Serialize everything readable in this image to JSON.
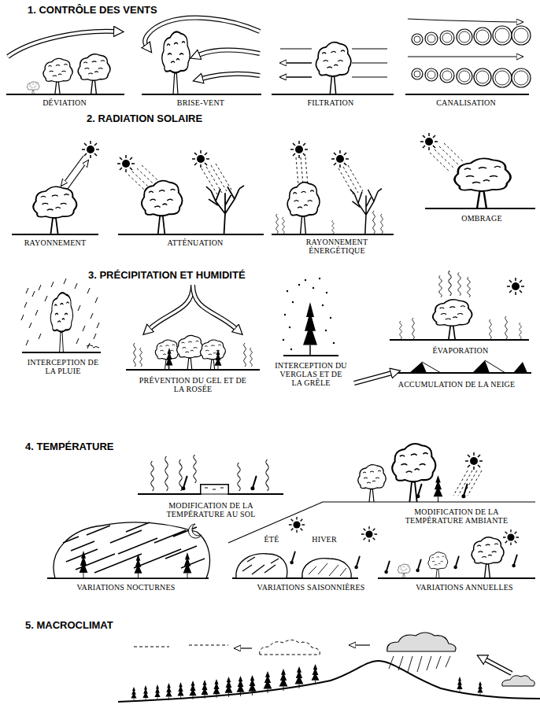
{
  "diagram": {
    "labels": [
      "1. CONTRÔLE DES VENTS",
      "DÉVIATION",
      "BRISE-VENT",
      "FILTRATION",
      "CANALISATION",
      "2. RADIATION SOLAIRE",
      "RAYONNEMENT",
      "ATTÉNUATION",
      "RAYONNEMENT ÉNERGÉTIQUE",
      "OMBRAGE",
      "3. PRÉCIPITATION ET HUMIDITÉ",
      "INTERCEPTION DE LA PLUIE",
      "PRÉVENTION DU GEL ET DE LA ROSÉE",
      "INTERCEPTION DU VERGLAS ET DE LA GRÊLE",
      "ÉVAPORATION",
      "ACCUMULATION DE LA NEIGE",
      "4. TEMPÉRATURE",
      "MODIFICATION DE LA TEMPÉRATURE AU SOL",
      "MODIFICATION DE LA TEMPÉRATURE AMBIANTE",
      "ÉTÉ",
      "HIVER",
      "VARIATIONS NOCTURNES",
      "VARIATIONS SAISONNIÈRES",
      "VARIATIONS ANNUELLES",
      "5. MACROCLIMAT"
    ]
  }
}
